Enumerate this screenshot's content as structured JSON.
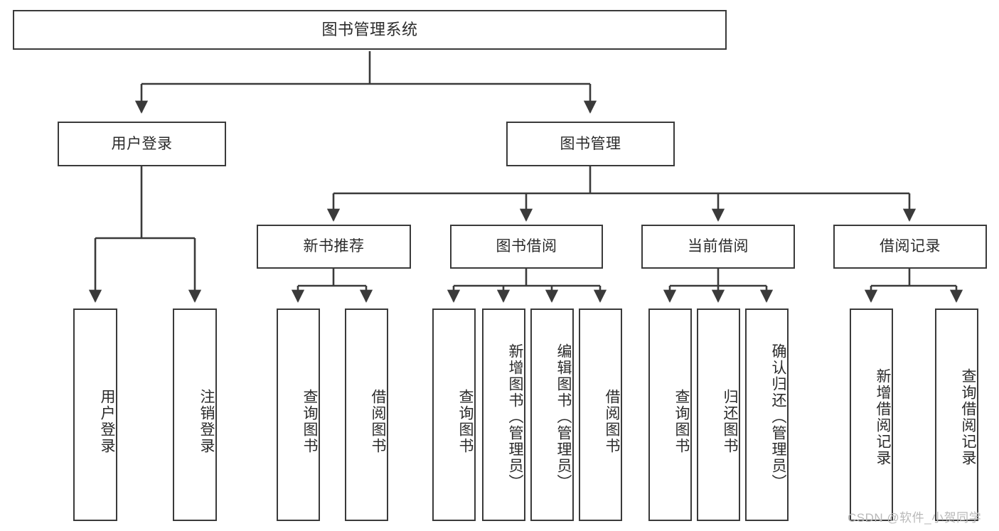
{
  "diagram": {
    "title": "图书管理系统",
    "type": "tree-hierarchy-chart",
    "watermark": "CSDN @软件_小贺同学",
    "colors": {
      "stroke": "#3a3a3a",
      "fill": "#ffffff",
      "text": "#2b2b2b",
      "watermark": "#b9b9b9"
    },
    "nodes": {
      "root": {
        "label": "图书管理系统"
      },
      "level1": [
        {
          "label": "用户登录"
        },
        {
          "label": "图书管理"
        }
      ],
      "level2": [
        {
          "label": "新书推荐"
        },
        {
          "label": "图书借阅"
        },
        {
          "label": "当前借阅"
        },
        {
          "label": "借阅记录"
        }
      ],
      "leaves": {
        "user_login": [
          {
            "label": "用户登录"
          },
          {
            "label": "注销登录"
          }
        ],
        "new_book": [
          {
            "label": "查询图书"
          },
          {
            "label": "借阅图书"
          }
        ],
        "book_borrow": [
          {
            "label": "查询图书"
          },
          {
            "label": "新增图书（管理员）"
          },
          {
            "label": "编辑图书（管理员）"
          },
          {
            "label": "借阅图书"
          }
        ],
        "current_borrow": [
          {
            "label": "查询图书"
          },
          {
            "label": "归还图书"
          },
          {
            "label": "确认归还（管理员）"
          }
        ],
        "borrow_record": [
          {
            "label": "新增借阅记录"
          },
          {
            "label": "查询借阅记录"
          }
        ]
      }
    }
  }
}
